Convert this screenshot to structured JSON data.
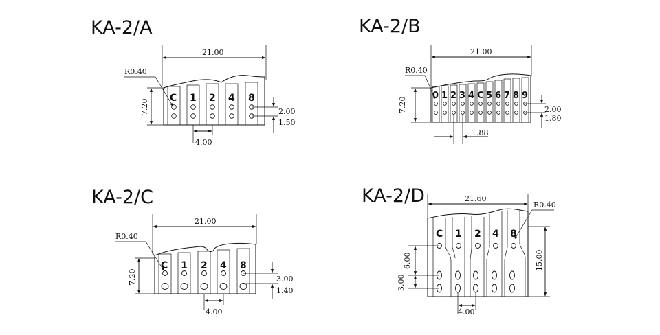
{
  "panels": {
    "a": {
      "title": "KA-2/A",
      "width_dim": "21.00",
      "radius": "R0.40",
      "height_dim": "7.20",
      "pins": [
        "C",
        "1",
        "2",
        "4",
        "8"
      ],
      "pitch_dim": "4.00",
      "gap_dim": "2.00",
      "hole_dim": "1.50"
    },
    "b": {
      "title": "KA-2/B",
      "width_dim": "21.00",
      "radius": "R0.40",
      "height_dim": "7.20",
      "pins": [
        "0",
        "1",
        "2",
        "3",
        "4",
        "C",
        "5",
        "6",
        "7",
        "8",
        "9"
      ],
      "pitch_dim": "1.88",
      "gap_dim": "2.00",
      "hole_dim": "1.80"
    },
    "c": {
      "title": "KA-2/C",
      "width_dim": "21.00",
      "radius": "R0.40",
      "height_dim": "7.20",
      "pins": [
        "C",
        "1",
        "2",
        "4",
        "8"
      ],
      "pitch_dim": "4.00",
      "gap_dim": "3.00",
      "hole_dim": "1.40"
    },
    "d": {
      "title": "KA-2/D",
      "width_dim": "21.60",
      "radius": "R0.40",
      "height_dim": "15.00",
      "pins": [
        "C",
        "1",
        "2",
        "4",
        "8"
      ],
      "pitch_dim": "4.00",
      "upper_dim": "6.00",
      "lower_dim": "3.00"
    }
  }
}
